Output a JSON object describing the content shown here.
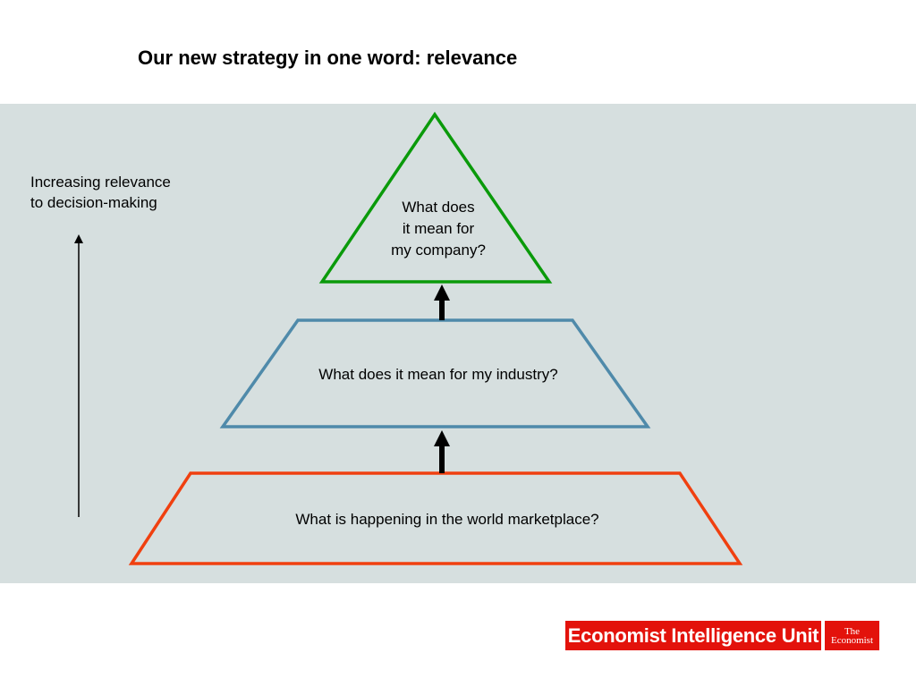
{
  "title": "Our new strategy in one word: relevance",
  "side_label": {
    "line1": "Increasing relevance",
    "line2": "to decision-making"
  },
  "levels": {
    "company": {
      "line1": "What does",
      "line2": "it mean for",
      "line3": "my company?"
    },
    "industry": {
      "text": "What does it mean for my industry?"
    },
    "world": {
      "text": "What is happening in the world marketplace?"
    }
  },
  "logos": {
    "eiu": "Economist Intelligence Unit",
    "economist_line1": "The",
    "economist_line2": "Economist"
  },
  "colors": {
    "panel": "#d6dfdf",
    "company_outline": "#0a9a0a",
    "industry_outline": "#4f8aaa",
    "world_outline": "#f04010",
    "brand_red": "#e3120b"
  }
}
